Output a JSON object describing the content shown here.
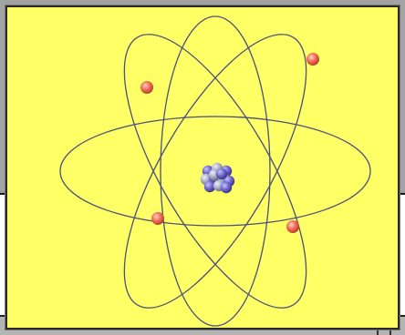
{
  "diagram": {
    "subject": "atom-model",
    "colors": {
      "background": "#ffff66",
      "orbit": "#4b4f7a",
      "electron": "#f06a52",
      "proton": "#6b63c9",
      "neutron": "#a9abc2"
    },
    "orbits": [
      {
        "id": "orbit-horizontal",
        "rotation_deg": 0
      },
      {
        "id": "orbit-diagonal-a",
        "rotation_deg": 60
      },
      {
        "id": "orbit-diagonal-b",
        "rotation_deg": -60
      },
      {
        "id": "orbit-vertical",
        "rotation_deg": 90
      }
    ],
    "electron_count": 4,
    "nucleus_particle_count": 12
  }
}
